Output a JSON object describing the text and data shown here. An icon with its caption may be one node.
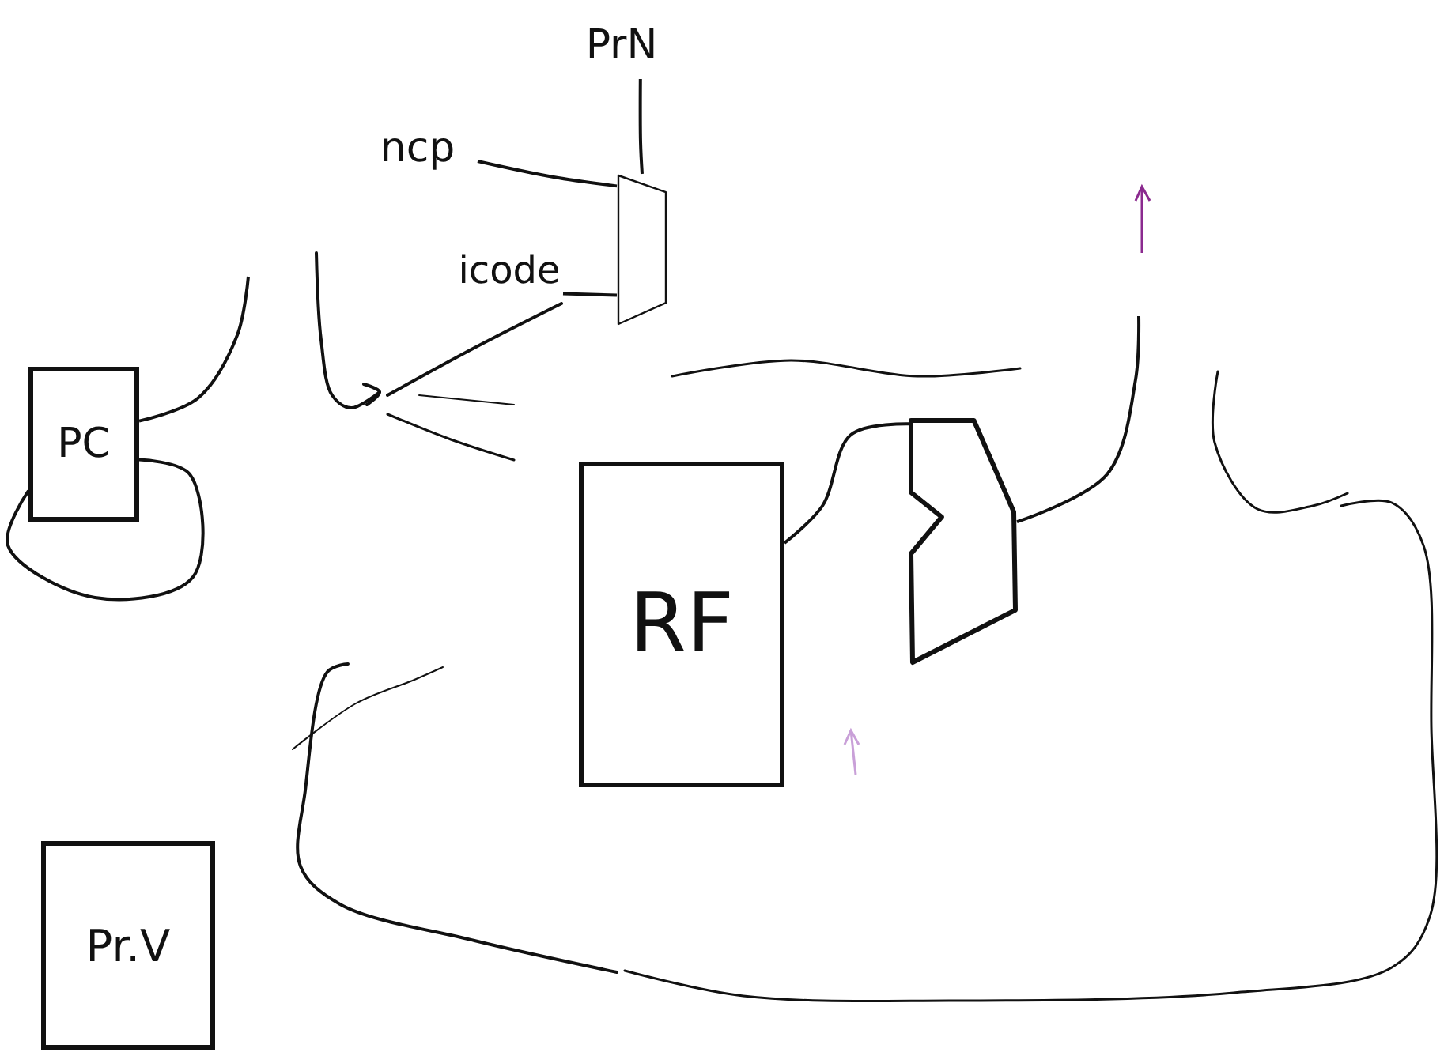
{
  "diagram": {
    "nodes": [
      {
        "text": [
          "PrN"
        ]
      },
      {
        "text": [
          "ncp"
        ]
      },
      {
        "text": [],
        "shape": "trapezoid"
      },
      {
        "text": [
          "icode"
        ]
      },
      {
        "text": [
          "PC"
        ]
      },
      {
        "text": [
          "RF"
        ]
      },
      {
        "text": [],
        "shape": "trapezoid"
      },
      {
        "text": [
          "Pr.V"
        ]
      }
    ],
    "edges": [
      {
        "from": 4,
        "to": null,
        "arrow": "none"
      },
      {
        "from": 4,
        "to": 4,
        "arrow": "none"
      },
      {
        "from": 1,
        "to": 2,
        "arrow": "none"
      },
      {
        "from": 3,
        "to": 2,
        "arrow": "none"
      },
      {
        "from": 0,
        "to": 2,
        "arrow": "none"
      },
      {
        "from": 5,
        "to": 6,
        "arrow": "none"
      },
      {
        "from": 6,
        "to": null,
        "arrow": "none"
      }
    ]
  }
}
